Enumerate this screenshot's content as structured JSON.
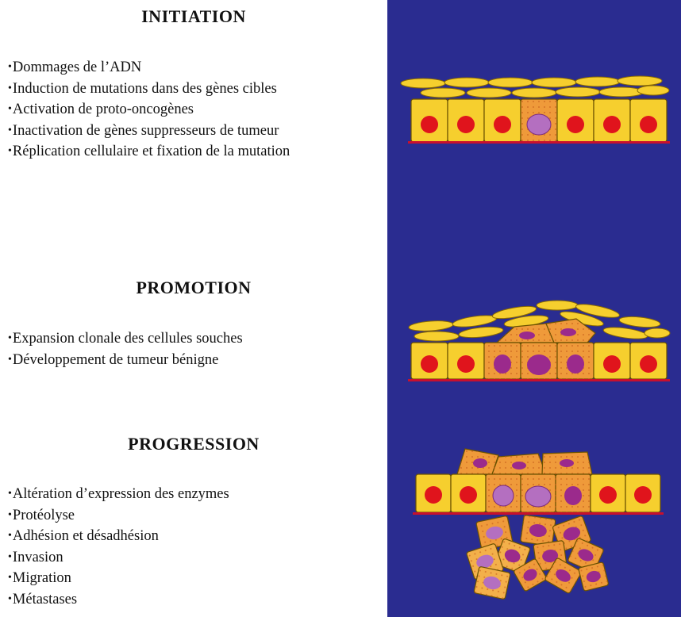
{
  "stages": [
    {
      "title": "INITIATION",
      "items": [
        "Dommages de l’ADN",
        "Induction de mutations dans des gènes cibles",
        "Activation de proto-oncogènes",
        "Inactivation de gènes suppresseurs de tumeur",
        "Réplication cellulaire et fixation de la mutation"
      ]
    },
    {
      "title": "PROMOTION",
      "items": [
        "Expansion clonale des cellules souches",
        "Développement de tumeur bénigne"
      ]
    },
    {
      "title": "PROGRESSION",
      "items": [
        "Altération d’expression des enzymes",
        "Protéolyse",
        "Adhésion et désadhésion",
        "Invasion",
        "Migration",
        "Métastases"
      ]
    }
  ],
  "colors": {
    "panel": "#2a2c90",
    "cell": "#f6cf2e",
    "cell_mutant": "#ef9a3a",
    "nucleus_normal": "#e0141c",
    "nucleus_mutant": "#9b2a8c",
    "membrane": "#c8102e"
  }
}
